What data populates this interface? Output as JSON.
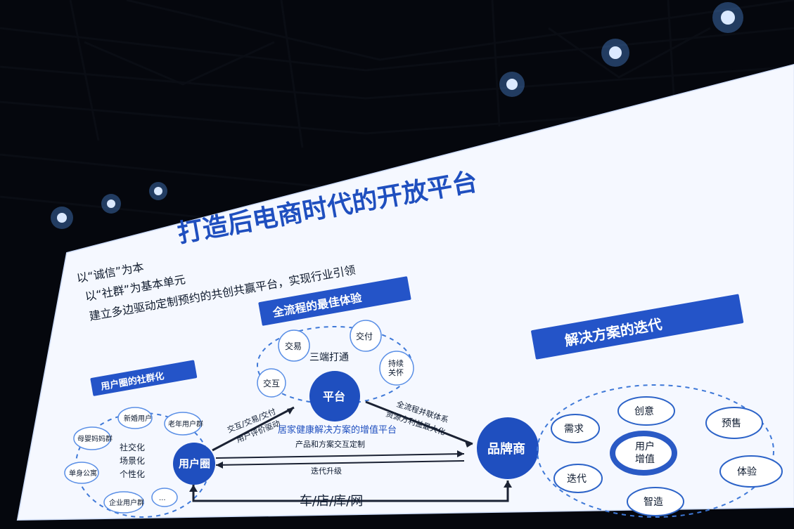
{
  "slide": {
    "title": "打造后电商时代的开放平台",
    "bullets": [
      "以“诚信”为本",
      "以“社群”为基本单元",
      "建立多边驱动定制预约的共创共赢平台，实现行业引领"
    ],
    "bands": {
      "best_experience": "全流程的最佳体验",
      "community_circle": "用户圈的社群化",
      "solution_iteration": "解决方案的迭代"
    },
    "flow": {
      "center": "三端打通",
      "nodes": [
        "交易",
        "交付",
        "持续\n关怀",
        "交互"
      ],
      "platform": "平台"
    },
    "community": {
      "label": "用户圈",
      "items": [
        "新婚用户",
        "老年用户群",
        "母婴妈妈群",
        "单身公寓",
        "企业用户群",
        "..."
      ],
      "tags": [
        "社交化",
        "场景化",
        "个性化"
      ]
    },
    "brand": {
      "label": "品牌商",
      "left_arrows": [
        "交互/交易/交付",
        "用户评价驱动"
      ],
      "right_arrows": [
        "全流程并联体系",
        "资源方利益最大化"
      ],
      "center_bar": "居家健康解决方案的增值平台",
      "mid_lines": [
        "产品和方案交互定制",
        "迭代升级"
      ],
      "bottom_path": "车/店/库/网"
    },
    "solution": {
      "center": "用户\n增值",
      "ring": [
        "需求",
        "创意",
        "预售",
        "体验",
        "智造",
        "迭代"
      ]
    }
  },
  "colors": {
    "accent": "#2454c8",
    "title": "#1f4fbf",
    "background": "#05070d"
  }
}
